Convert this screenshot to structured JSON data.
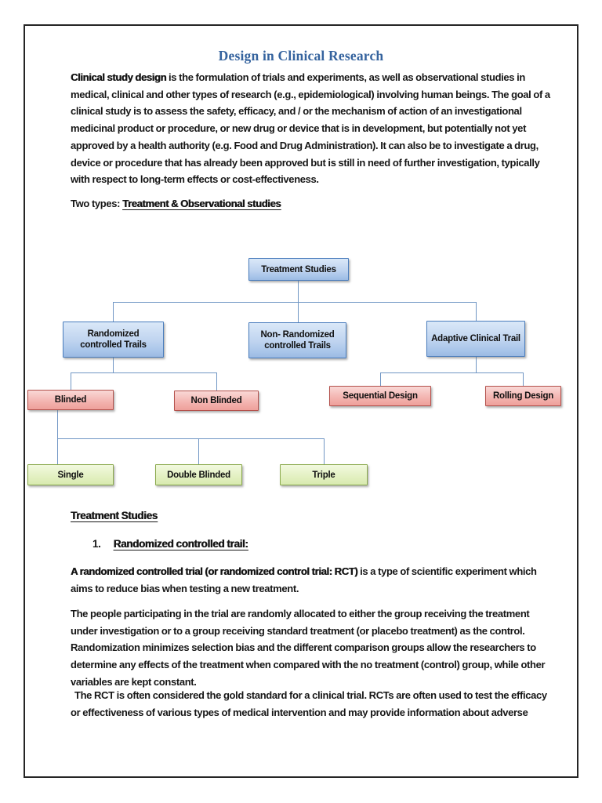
{
  "doc": {
    "title": "Design in Clinical Research",
    "intro_runs": [
      {
        "t": "Clinical study design",
        "b": true
      },
      {
        "t": " is the formulation of trials and experiments, as well as observational studies in medical, clinical and other types of research (e.g., epidemiological) involving human beings. The goal of a clinical study is to assess the safety, efficacy, and / or the mechanism of action of an investigational medicinal product or procedure, or new drug or device that is in development, but potentially not yet approved by a health authority (e.g. Food and Drug Administration). It can also be to investigate a drug, device or procedure that has already been approved but is still in need of further investigation, typically with respect to long-term effects or cost-effectiveness.",
        "b": false
      }
    ],
    "two_types_prefix": "Two types: ",
    "two_types_underlined": "Treatment & Observational studies",
    "section_heading": "Treatment Studies",
    "list_number": "1.",
    "list_item_label": "Randomized controlled trail:",
    "rct_p1_runs": [
      {
        "t": "A randomized controlled trial (or randomized control trial: RCT)",
        "b": true
      },
      {
        "t": " is a type of scientific experiment which aims to reduce bias when testing a new treatment.",
        "b": false
      }
    ],
    "rct_p2": "The people participating in the trial are randomly allocated to either the group receiving the treatment under investigation or to a group receiving standard treatment (or placebo treatment) as the control. Randomization minimizes selection bias and the different comparison groups allow the researchers to determine any effects of the treatment when compared with the no treatment (control) group, while other variables are kept constant.",
    "rct_p3": "The RCT is often considered the gold standard for a clinical trial. RCTs are often used to test the efficacy or effectiveness of various types of medical intervention and may provide information about adverse"
  },
  "diagram": {
    "nodes": {
      "treatment": {
        "label": "Treatment Studies",
        "color": "blue"
      },
      "randomized": {
        "label": "Randomized controlled Trails",
        "color": "blue"
      },
      "non_randomized": {
        "label": "Non- Randomized controlled Trails",
        "color": "blue"
      },
      "adaptive": {
        "label": "Adaptive Clinical Trail",
        "color": "blue"
      },
      "blinded": {
        "label": "Blinded",
        "color": "pink"
      },
      "non_blinded": {
        "label": "Non Blinded",
        "color": "pink"
      },
      "sequential": {
        "label": "Sequential Design",
        "color": "pink"
      },
      "rolling": {
        "label": "Rolling Design",
        "color": "pink"
      },
      "single": {
        "label": "Single",
        "color": "green"
      },
      "double_blinded": {
        "label": "Double Blinded",
        "color": "green"
      },
      "triple": {
        "label": "Triple",
        "color": "green"
      }
    }
  },
  "colors": {
    "title_blue": "#35639e",
    "connector_blue": "#7096c4",
    "node_blue_border": "#4a7dbd",
    "node_pink_border": "#b3504b",
    "node_green_border": "#8aa94c",
    "page_border": "#252525"
  }
}
